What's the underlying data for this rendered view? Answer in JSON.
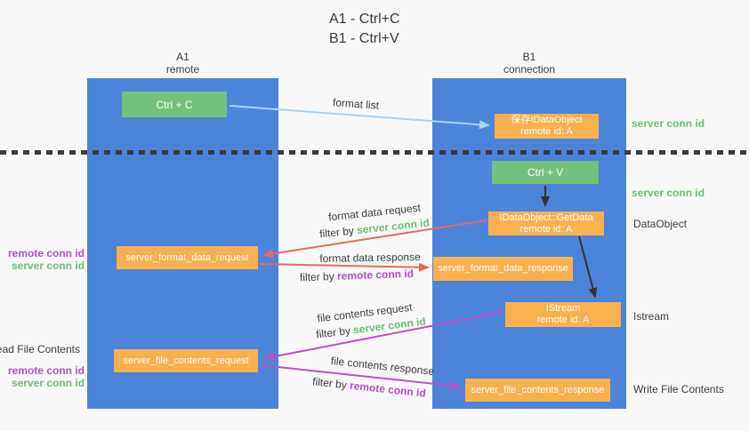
{
  "title": {
    "line1": "A1 - Ctrl+C",
    "line2": "B1 - Ctrl+V"
  },
  "columns": {
    "left": {
      "name": "A1",
      "role": "remote"
    },
    "right": {
      "name": "B1",
      "role": "connection"
    }
  },
  "boxes": {
    "ctrl_c": {
      "label": "Ctrl + C"
    },
    "ctrl_v": {
      "label": "Ctrl + V"
    },
    "save_dataobject": {
      "line1": "保存IDataObject",
      "line2": "remote id: A"
    },
    "getdata": {
      "line1": "IDataObject::GetData",
      "line2": "remote id: A"
    },
    "istream": {
      "line1": "IStream",
      "line2": "remote id: A"
    },
    "format_request": {
      "label": "server_format_data_request"
    },
    "format_response": {
      "label": "server_format_data_response"
    },
    "file_request": {
      "label": "server_file_contents_request"
    },
    "file_response": {
      "label": "server_file_contents_response"
    }
  },
  "arrow_labels": {
    "format_list": "format list",
    "format_data_request": "format data request",
    "format_data_response": "format data response",
    "file_contents_request": "file contents request",
    "file_contents_response": "file contents response",
    "filter_by": "filter by ",
    "server_conn_id": "server conn id",
    "remote_conn_id": "remote conn id"
  },
  "side_labels": {
    "server_conn_id_top": "server conn id",
    "server_conn_id_mid": "server conn id",
    "dataobject": "DataObject",
    "istream": "Istream",
    "write_file_contents": "Write File Contents",
    "read_file_contents": "Read File Contents",
    "remote_conn_id": "remote conn id",
    "server_conn_id": "server conn id"
  },
  "colors": {
    "column_fill": "#4c84da",
    "action_box": "#74c17c",
    "message_box": "#f9b04e",
    "server_conn_id_text": "#6cbf72",
    "remote_conn_id_text": "#b14fc4",
    "format_arrow": "#e8695f",
    "file_arrow": "#bb4fc6",
    "format_list_arrow": "#aad4f4",
    "dark_text": "#3c3c3c"
  }
}
